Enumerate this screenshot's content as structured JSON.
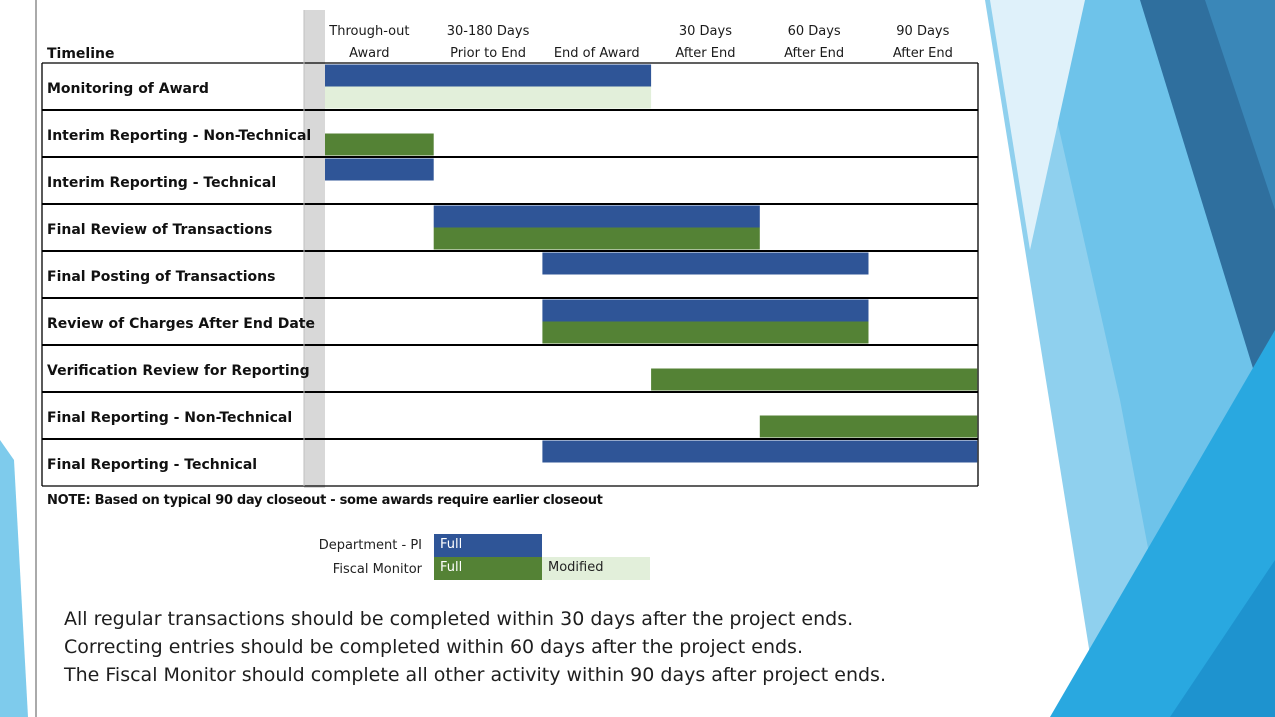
{
  "colors": {
    "department_full": "#2f5597",
    "fiscal_full": "#548235",
    "fiscal_modified": "#e2efda",
    "gray_column": "#d8d8d8"
  },
  "chart_data": {
    "type": "gantt",
    "row_header": "Timeline",
    "periods": [
      [
        "Through-out",
        "Award"
      ],
      [
        "30-180 Days",
        "Prior to End"
      ],
      [
        "",
        "End of Award"
      ],
      [
        "30 Days",
        "After End"
      ],
      [
        "60 Days",
        "After End"
      ],
      [
        "90 Days",
        "After End"
      ]
    ],
    "tasks": [
      {
        "name": "Monitoring of Award",
        "department": [
          0,
          3
        ],
        "fiscal": [
          0,
          3
        ],
        "fiscal_type": "modified"
      },
      {
        "name": "Interim Reporting - Non-Technical",
        "department": null,
        "fiscal": [
          0,
          1
        ],
        "fiscal_type": "full"
      },
      {
        "name": "Interim Reporting - Technical",
        "department": [
          0,
          1
        ],
        "fiscal": null,
        "fiscal_type": null
      },
      {
        "name": "Final Review of Transactions",
        "department": [
          1,
          4
        ],
        "fiscal": [
          1,
          4
        ],
        "fiscal_type": "full"
      },
      {
        "name": "Final Posting of Transactions",
        "department": [
          2,
          5
        ],
        "fiscal": null,
        "fiscal_type": null
      },
      {
        "name": "Review of Charges After End Date",
        "department": [
          2,
          5
        ],
        "fiscal": [
          2,
          5
        ],
        "fiscal_type": "full"
      },
      {
        "name": "Verification Review for Reporting",
        "department": null,
        "fiscal": [
          3,
          6
        ],
        "fiscal_type": "full"
      },
      {
        "name": "Final Reporting - Non-Technical",
        "department": null,
        "fiscal": [
          4,
          6
        ],
        "fiscal_type": "full"
      },
      {
        "name": "Final Reporting - Technical",
        "department": [
          2,
          6
        ],
        "fiscal": null,
        "fiscal_type": null
      }
    ]
  },
  "note": "NOTE: Based on typical 90 day closeout - some awards require earlier closeout",
  "legend": {
    "department_label": "Department - PI",
    "fiscal_label": "Fiscal Monitor",
    "full_label": "Full",
    "modified_label": "Modified"
  },
  "footer": [
    "All regular transactions should be completed within 30 days after the project ends.",
    "Correcting entries should be completed within 60 days after the project ends.",
    "The Fiscal Monitor should complete all other activity within 90 days after project ends."
  ]
}
